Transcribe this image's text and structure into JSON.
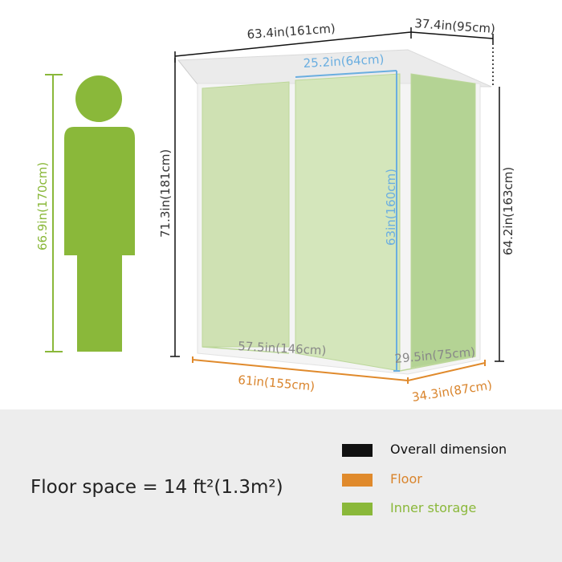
{
  "colors": {
    "overall": "#111111",
    "floor": "#e08a2c",
    "inner": "#8ab83a",
    "blue": "#6aaee0",
    "figure": "#8ab83a"
  },
  "dimensions": {
    "overall_width": "63.4in(161cm)",
    "overall_depth": "37.4in(95cm)",
    "overall_height": "71.3in(181cm)",
    "back_height": "64.2in(163cm)",
    "door_width": "25.2in(64cm)",
    "door_height": "63in(160cm)",
    "inner_width": "57.5in(146cm)",
    "inner_depth": "29.5in(75cm)",
    "floor_width": "61in(155cm)",
    "floor_depth": "34.3in(87cm)",
    "person_height": "66.9in(170cm)"
  },
  "footer": {
    "floor_space": "Floor space = 14 ft²(1.3m²)"
  },
  "legend": [
    {
      "label": "Overall dimension",
      "color": "#111111",
      "text_color": "#111111"
    },
    {
      "label": "Floor",
      "color": "#e08a2c",
      "text_color": "#d9842c"
    },
    {
      "label": "Inner storage",
      "color": "#8ab83a",
      "text_color": "#8ab83a"
    }
  ]
}
